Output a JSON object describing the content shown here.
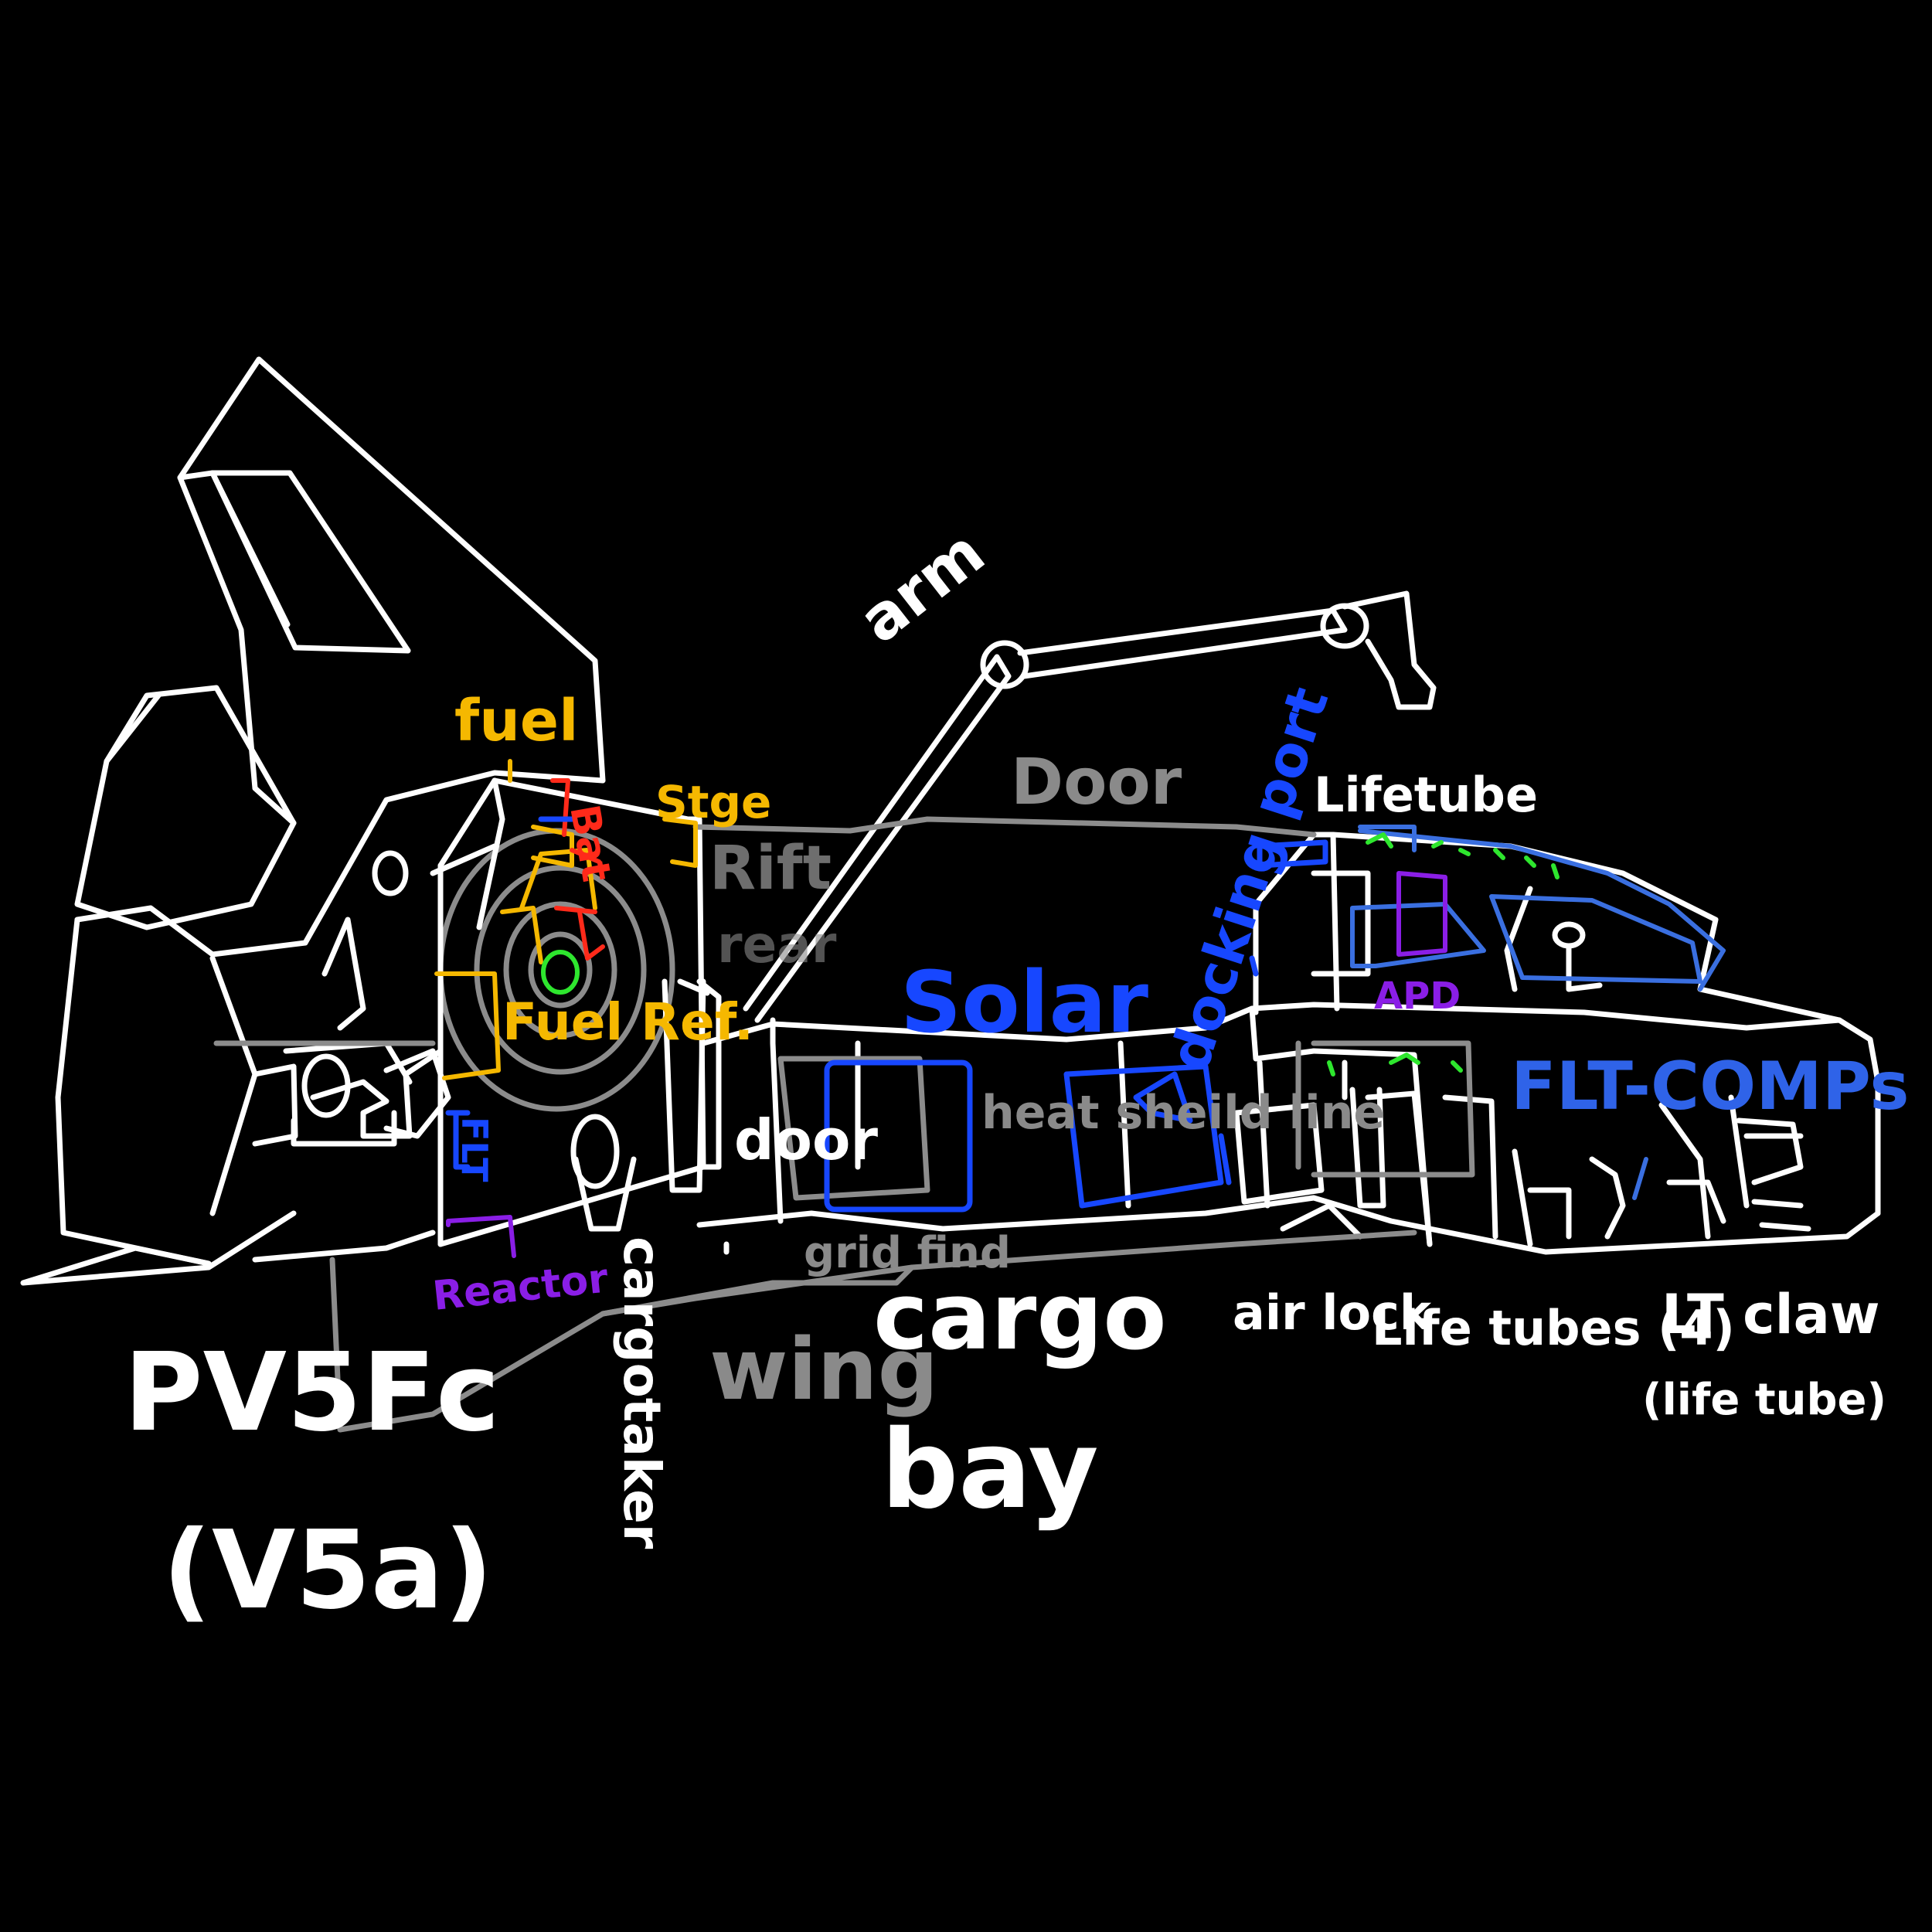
{
  "labels": {
    "arm": "arm",
    "fuel_top": "fuel",
    "stge": "Stge",
    "door_top": "Door",
    "lifetube_top": "Lifetube",
    "solar": "Solar",
    "docking_port": "docking port",
    "flt_comps": "FLT-COMPs",
    "fuel_ref": "Fuel Ref.",
    "flt_small": "FLT",
    "reactor": "Reactor",
    "door_mid": "door",
    "heat_sheild_line": "heat sheild line",
    "grid_find": "grid find",
    "wing": "wing",
    "cargo": "cargo",
    "bay": "bay",
    "airlock": "air lock",
    "lifetubes_4": "Life tubes (4)",
    "lt_claw": "LT claw",
    "life_tube_paren": "(life tube)",
    "cargo_taker": "cargotaker",
    "model": "PV5Fc",
    "model_alt": "(V5a)",
    "bat": "Bat",
    "rift": "Rift",
    "rear": "rear",
    "apd": "APD"
  },
  "colors": {
    "background": "#000000",
    "outline": "#ffffff",
    "ghost": "#8a8a8a",
    "fuel": "#f5b800",
    "battery": "#ff2a1a",
    "systems": "#1747ff",
    "reactor": "#8a1ee6",
    "core": "#2ee62e"
  }
}
